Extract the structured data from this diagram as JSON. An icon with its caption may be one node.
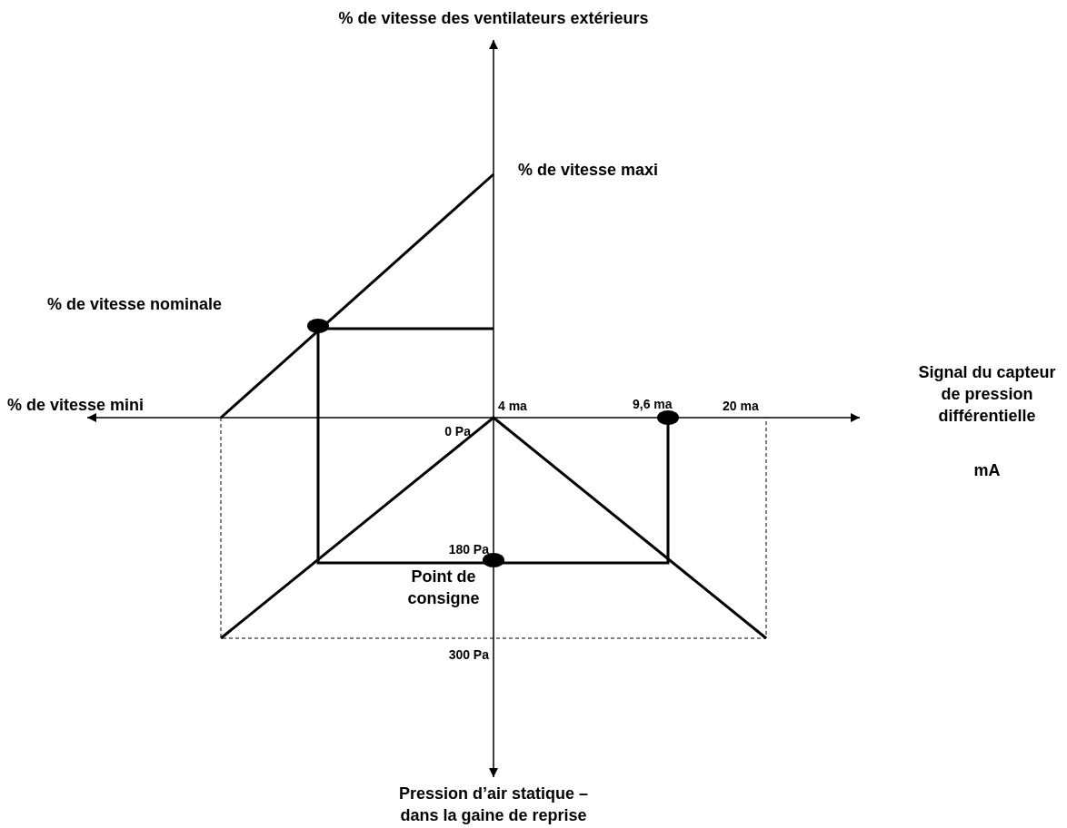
{
  "diagram": {
    "labels": [
      "% de vitesse des ventilateurs extérieurs",
      "% de vitesse maxi",
      "% de vitesse nominale",
      "Signal du capteur de pression différentielle",
      "% de vitesse mini",
      "4 ma",
      "9,6 ma",
      "20 ma",
      "mA",
      "0 Pa",
      "180 Pa",
      "Point de consigne",
      "300 Pa",
      "Pression d’air statique – dans la gaine de reprise"
    ]
  }
}
